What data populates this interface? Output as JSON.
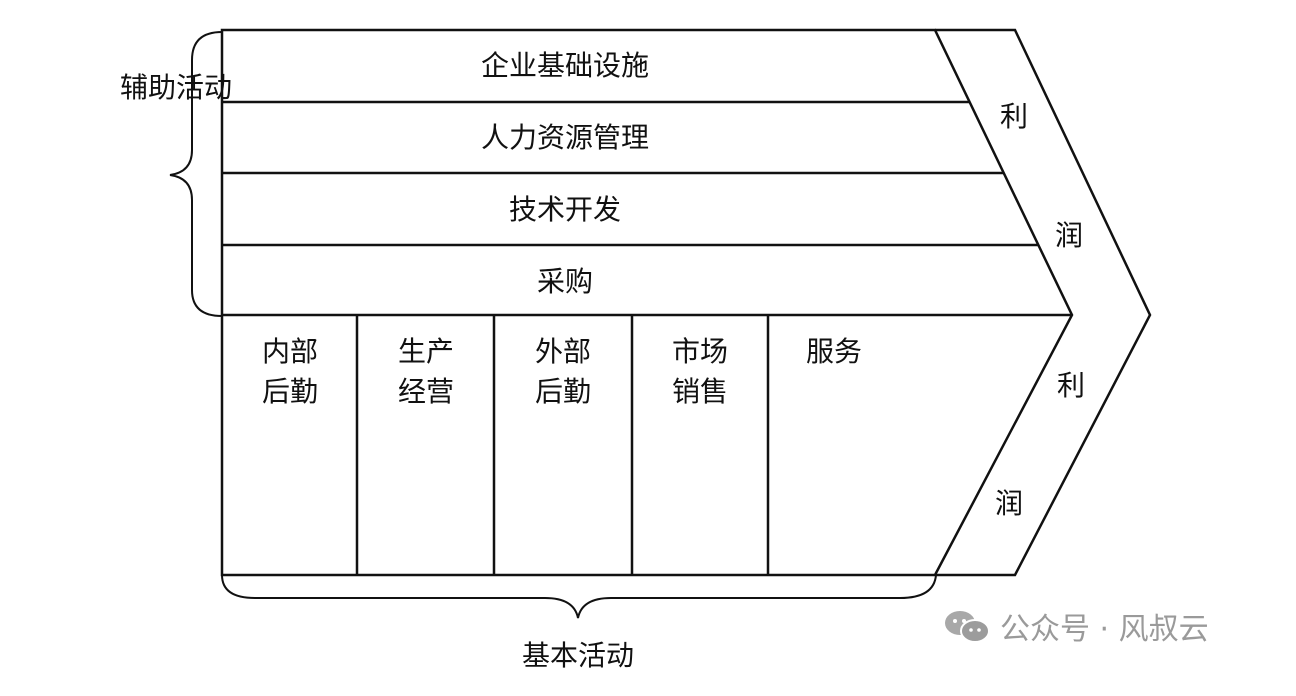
{
  "support_label": "辅助活动",
  "primary_label": "基本活动",
  "support_activities": [
    "企业基础设施",
    "人力资源管理",
    "技术开发",
    "采购"
  ],
  "primary_activities": [
    {
      "line1": "内部",
      "line2": "后勤"
    },
    {
      "line1": "生产",
      "line2": "经营"
    },
    {
      "line1": "外部",
      "line2": "后勤"
    },
    {
      "line1": "市场",
      "line2": "销售"
    },
    {
      "line1": "服务",
      "line2": ""
    }
  ],
  "margin_chars": [
    "利",
    "润",
    "利",
    "润"
  ],
  "watermark": "公众号 · 风叔云"
}
